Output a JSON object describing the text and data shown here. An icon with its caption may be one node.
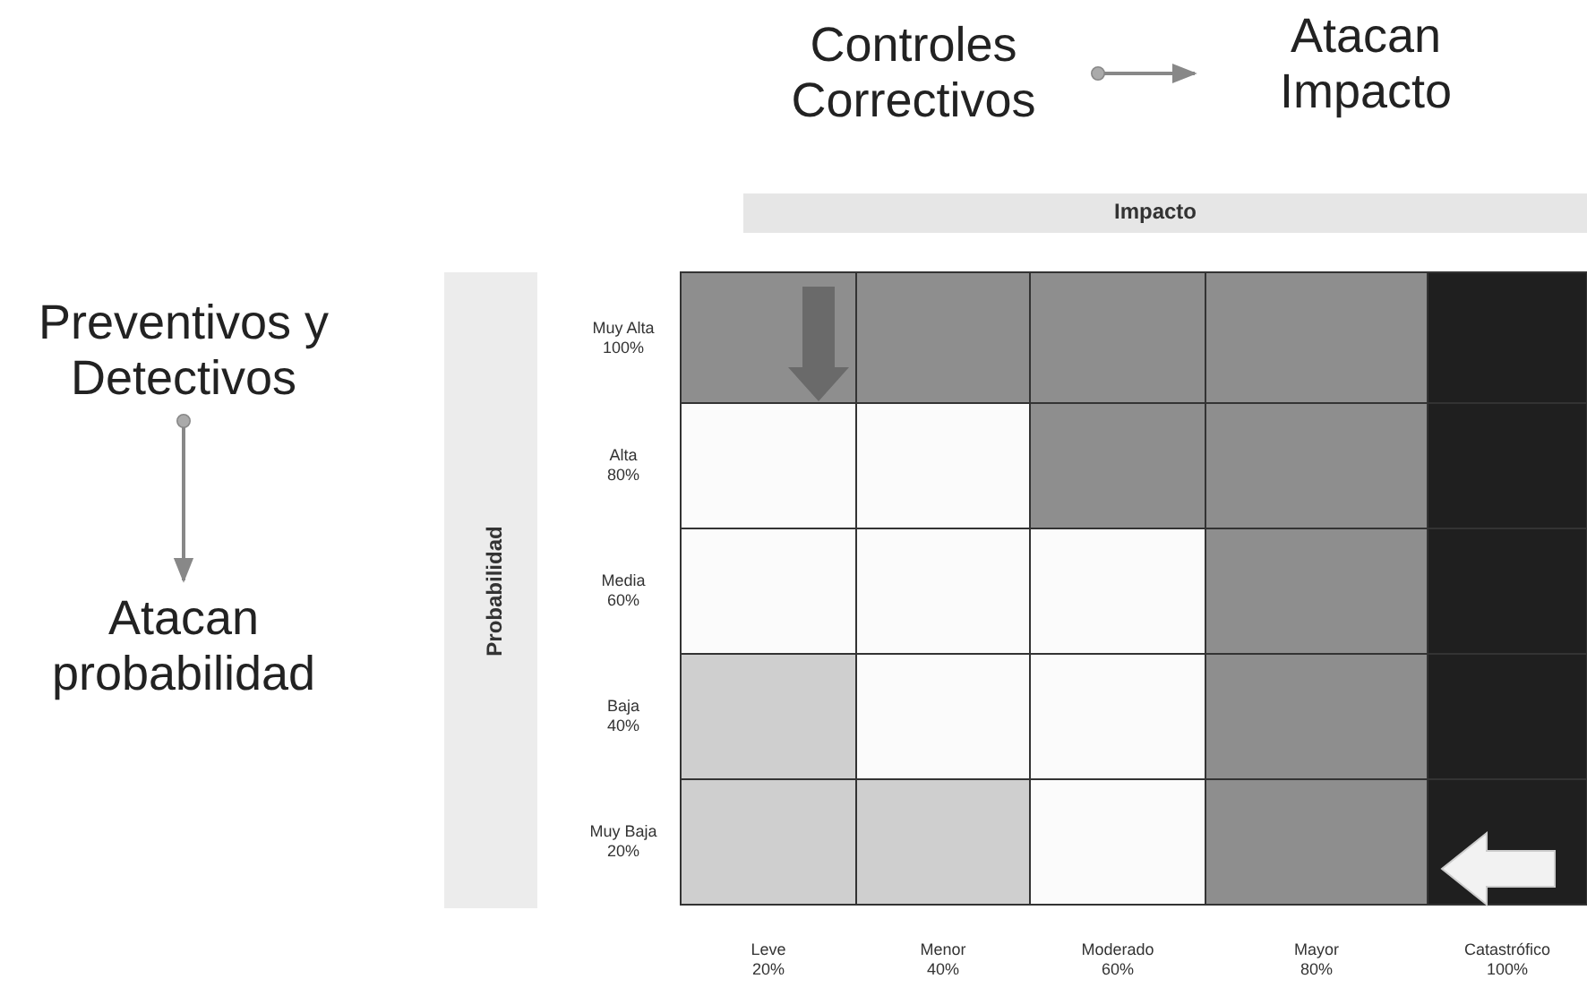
{
  "diagram": {
    "nodes": [
      {
        "text": [
          "Controles Correctivos"
        ]
      },
      {
        "text": [
          "Atacan Impacto"
        ]
      },
      {
        "text": [
          "Preventivos y Detectivos"
        ]
      },
      {
        "text": [
          "Atacan probabilidad"
        ]
      }
    ],
    "edges": [
      {
        "from": 0,
        "to": 1,
        "arrow": "to"
      },
      {
        "from": 2,
        "to": 3,
        "arrow": "to"
      }
    ],
    "labels": [
      "Impacto",
      "Probabilidad",
      "Muy Alta 100%",
      "Alta 80%",
      "Media 60%",
      "Baja 40%",
      "Muy Baja 20%",
      "Leve 20%",
      "Menor 40%",
      "Moderado 60%",
      "Mayor 80%",
      "Catastrófico 100%"
    ]
  }
}
